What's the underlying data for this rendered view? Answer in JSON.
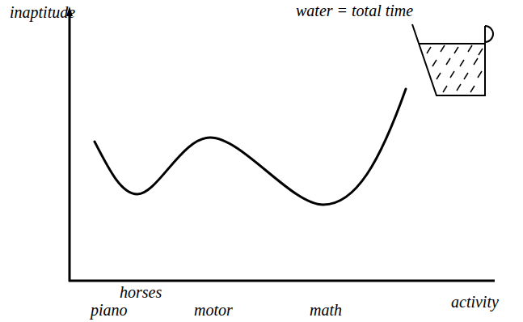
{
  "diagram": {
    "labels": [
      "inaptitude",
      "water = total time",
      "horses",
      "piano",
      "motor",
      "math",
      "activity"
    ]
  }
}
